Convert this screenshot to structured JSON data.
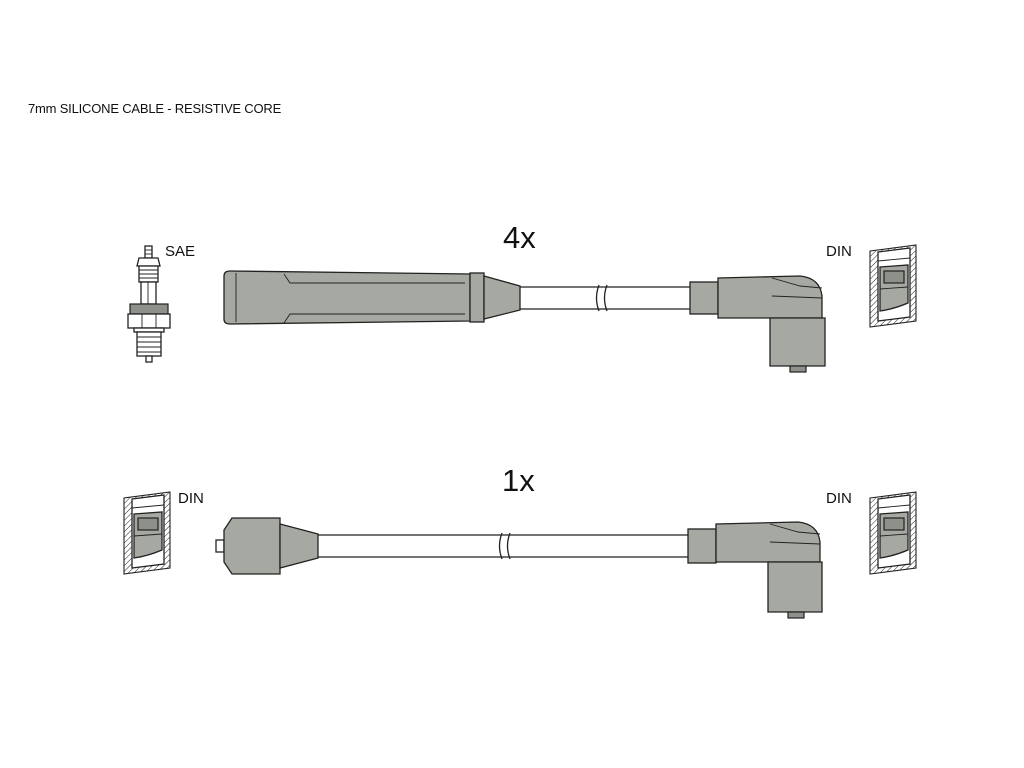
{
  "diagram": {
    "heading": "7mm SILICONE CABLE - RESISTIVE CORE",
    "top_lead": {
      "quantity": "4x",
      "left_end_label": "SAE",
      "right_end_label": "DIN"
    },
    "bottom_lead": {
      "quantity": "1x",
      "left_end_label": "DIN",
      "right_end_label": "DIN"
    },
    "colors": {
      "part_fill": "#a6a9a1",
      "part_shade": "#8e918a",
      "outline": "#222222",
      "background": "#ffffff"
    }
  }
}
